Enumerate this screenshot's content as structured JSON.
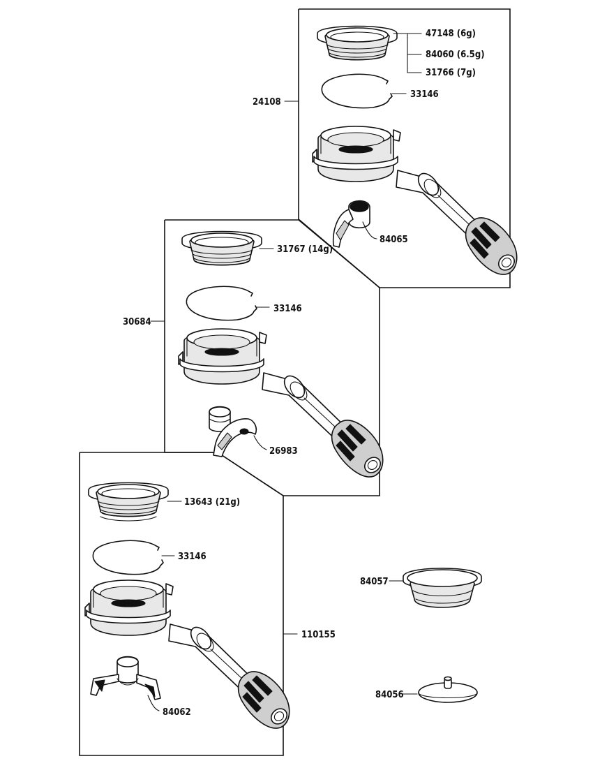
{
  "groups": [
    {
      "assembly": "24108",
      "parts": [
        {
          "number": "47148 (6g)"
        },
        {
          "number": "84060 (6.5g)"
        },
        {
          "number": "31766 (7g)"
        },
        {
          "number": "33146"
        },
        {
          "number": "84065"
        }
      ]
    },
    {
      "assembly": "30684",
      "parts": [
        {
          "number": "31767 (14g)"
        },
        {
          "number": "33146"
        },
        {
          "number": "26983"
        }
      ]
    },
    {
      "assembly": "110155",
      "parts": [
        {
          "number": "13643 (21g)"
        },
        {
          "number": "33146"
        },
        {
          "number": "84062"
        }
      ]
    }
  ],
  "loose_parts": [
    {
      "number": "84057"
    },
    {
      "number": "84056"
    }
  ]
}
